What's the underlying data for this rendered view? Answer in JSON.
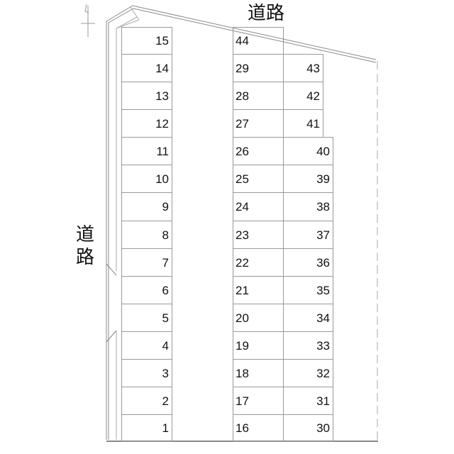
{
  "roads": {
    "top": "道路",
    "left_char1": "道",
    "left_char2": "路"
  },
  "colors": {
    "line": "#999999",
    "text": "#111111"
  },
  "columns": {
    "left": [
      "15",
      "14",
      "13",
      "12",
      "11",
      "10",
      "9",
      "8",
      "7",
      "6",
      "5",
      "4",
      "3",
      "2",
      "1"
    ],
    "middle": [
      "44",
      "29",
      "28",
      "27",
      "26",
      "25",
      "24",
      "23",
      "22",
      "21",
      "20",
      "19",
      "18",
      "17",
      "16"
    ],
    "right": [
      "",
      "43",
      "42",
      "41",
      "40",
      "39",
      "38",
      "37",
      "36",
      "35",
      "34",
      "33",
      "32",
      "31",
      "30"
    ]
  }
}
